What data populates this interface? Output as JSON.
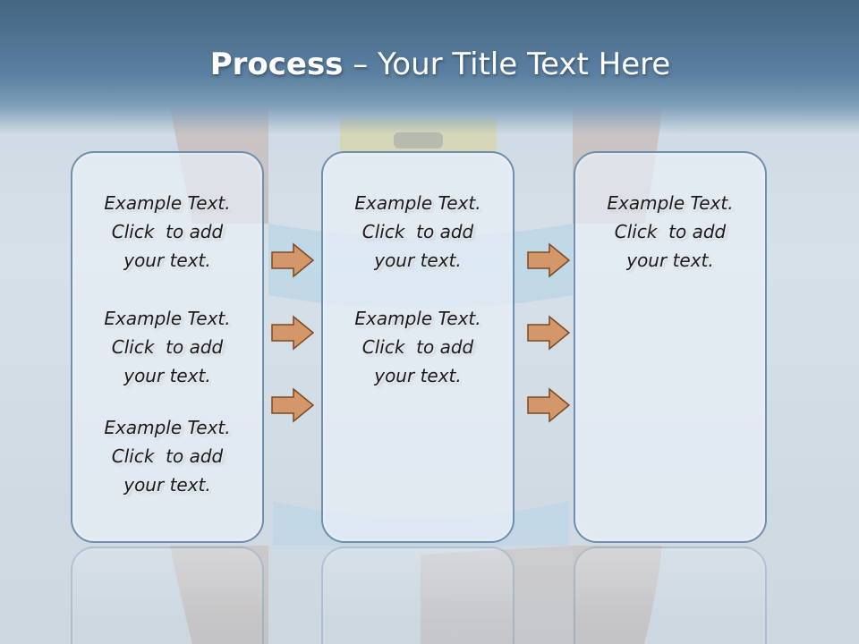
{
  "slide": {
    "title_bold": "Process",
    "title_rest": " – Your Title Text Here"
  },
  "columns": [
    {
      "blocks": [
        {
          "lines": [
            "Example Text.",
            "Click  to add",
            "your text."
          ]
        },
        {
          "lines": [
            "Example Text.",
            "Click  to add",
            "your text."
          ]
        },
        {
          "lines": [
            "Example Text.",
            "Click  to add",
            "your text."
          ]
        }
      ]
    },
    {
      "blocks": [
        {
          "lines": [
            "Example Text.",
            "Click  to add",
            "your text."
          ]
        },
        {
          "lines": [
            "Example Text.",
            "Click  to add",
            "your text."
          ]
        }
      ]
    },
    {
      "blocks": [
        {
          "lines": [
            "Example Text.",
            "Click  to add",
            "your text."
          ]
        }
      ]
    }
  ],
  "arrows": {
    "fill": "#d4976a",
    "stroke": "#7a4a24",
    "icon": "right-arrow-icon"
  },
  "colors": {
    "header": "#4f7394",
    "box_border": "#6e8fae",
    "box_fill": "#e8eff6"
  }
}
